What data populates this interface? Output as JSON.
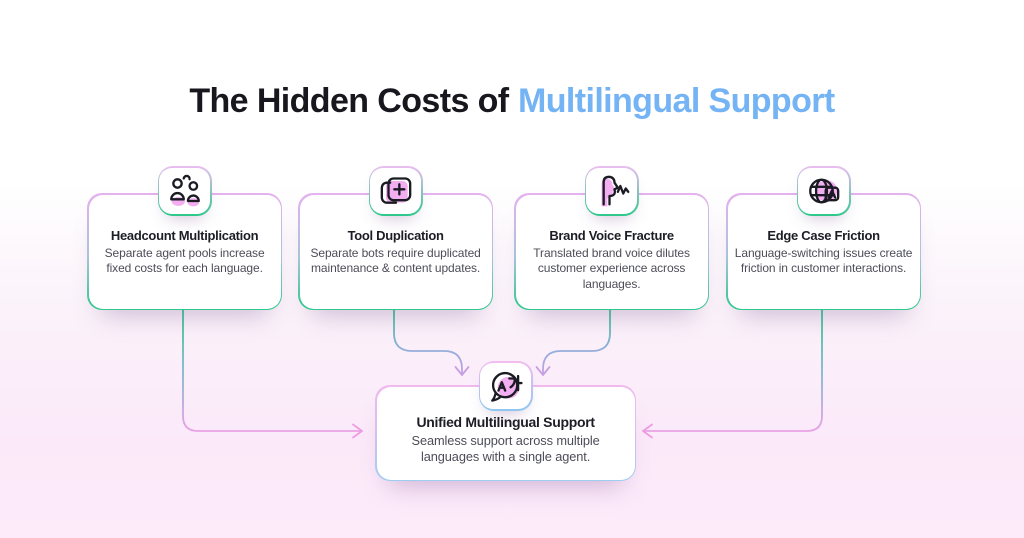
{
  "title": {
    "prefix": "The Hidden Costs of",
    "highlight": "Multilingual Support"
  },
  "colors": {
    "title_highlight": "#74b3f4",
    "border_green": "#2cc88b",
    "border_pink": "#e5b2ee",
    "connector_pink": "#ee9ce4",
    "icon_accent_pink": "#f2aef0",
    "background_bottom": "#fce9f9"
  },
  "cards": [
    {
      "icon": "people-group-icon",
      "heading": "Headcount Multiplication",
      "body": "Separate agent pools increase fixed costs for each language."
    },
    {
      "icon": "copy-plus-icon",
      "heading": "Tool Duplication",
      "body": "Separate bots require duplicated maintenance & content updates."
    },
    {
      "icon": "voice-wave-icon",
      "heading": "Brand Voice Fracture",
      "body": "Translated brand voice dilutes customer experience across languages."
    },
    {
      "icon": "globe-language-icon",
      "heading": "Edge Case Friction",
      "body": "Language-switching issues create friction in customer interactions."
    }
  ],
  "center": {
    "icon": "translate-bubble-icon",
    "heading": "Unified Multilingual Support",
    "body": "Seamless support across multiple languages with a single agent."
  },
  "connections": [
    {
      "from": "Headcount Multiplication",
      "to": "Unified Multilingual Support"
    },
    {
      "from": "Tool Duplication",
      "to": "Unified Multilingual Support"
    },
    {
      "from": "Brand Voice Fracture",
      "to": "Unified Multilingual Support"
    },
    {
      "from": "Edge Case Friction",
      "to": "Unified Multilingual Support"
    }
  ]
}
